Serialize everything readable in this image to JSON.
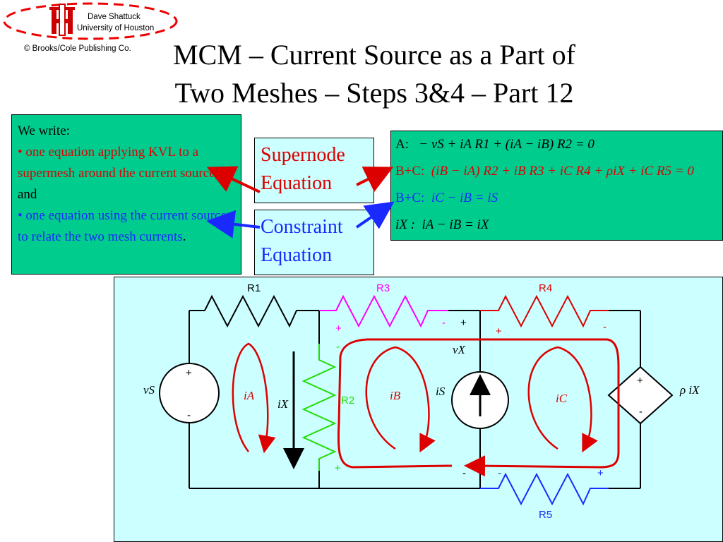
{
  "header": {
    "author": "Dave Shattuck",
    "institution": "University of Houston",
    "copyright": "© Brooks/Cole Publishing Co."
  },
  "title": {
    "line1": "MCM – Current Source as a Part of",
    "line2": "Two Meshes – Steps 3&4 – Part 12"
  },
  "explanation": {
    "intro": "We write:",
    "kvl": "• one equation applying KVL to a supermesh around the current source",
    "and": ", and",
    "constraint": "• one equation using the current source to relate the two mesh currents",
    "period": "."
  },
  "labels": {
    "supernode_line1": "Supernode",
    "supernode_line2": "Equation",
    "constraint_line1": "Constraint",
    "constraint_line2": "Equation"
  },
  "equations": {
    "a_label": "A:",
    "a_eq": "− vS + iA R1 + (iA − iB) R2 = 0",
    "bc_label": "B+C:",
    "bc_eq": "(iB − iA) R2 + iB R3 + iC R4 + ρiX + iC R5 = 0",
    "bc2_label": "B+C:",
    "bc2_eq": "iC − iB = iS",
    "ix_label": "iX :",
    "ix_eq": "iA − iB = iX"
  },
  "circuit": {
    "r1": "R1",
    "r2": "R2",
    "r3": "R3",
    "r4": "R4",
    "r5": "R5",
    "vs": "vS",
    "is": "iS",
    "ia": "iA",
    "ib": "iB",
    "ic": "iC",
    "ix": "iX",
    "vx": "vX",
    "dep": "ρ iX",
    "plus": "+",
    "minus": "-"
  },
  "colors": {
    "red": "#dd0000",
    "blue": "#1a2aff",
    "magenta": "#ff00ff",
    "green": "#22dd00",
    "teal_box": "#00cc8e",
    "cyan_bg": "#ccffff"
  }
}
